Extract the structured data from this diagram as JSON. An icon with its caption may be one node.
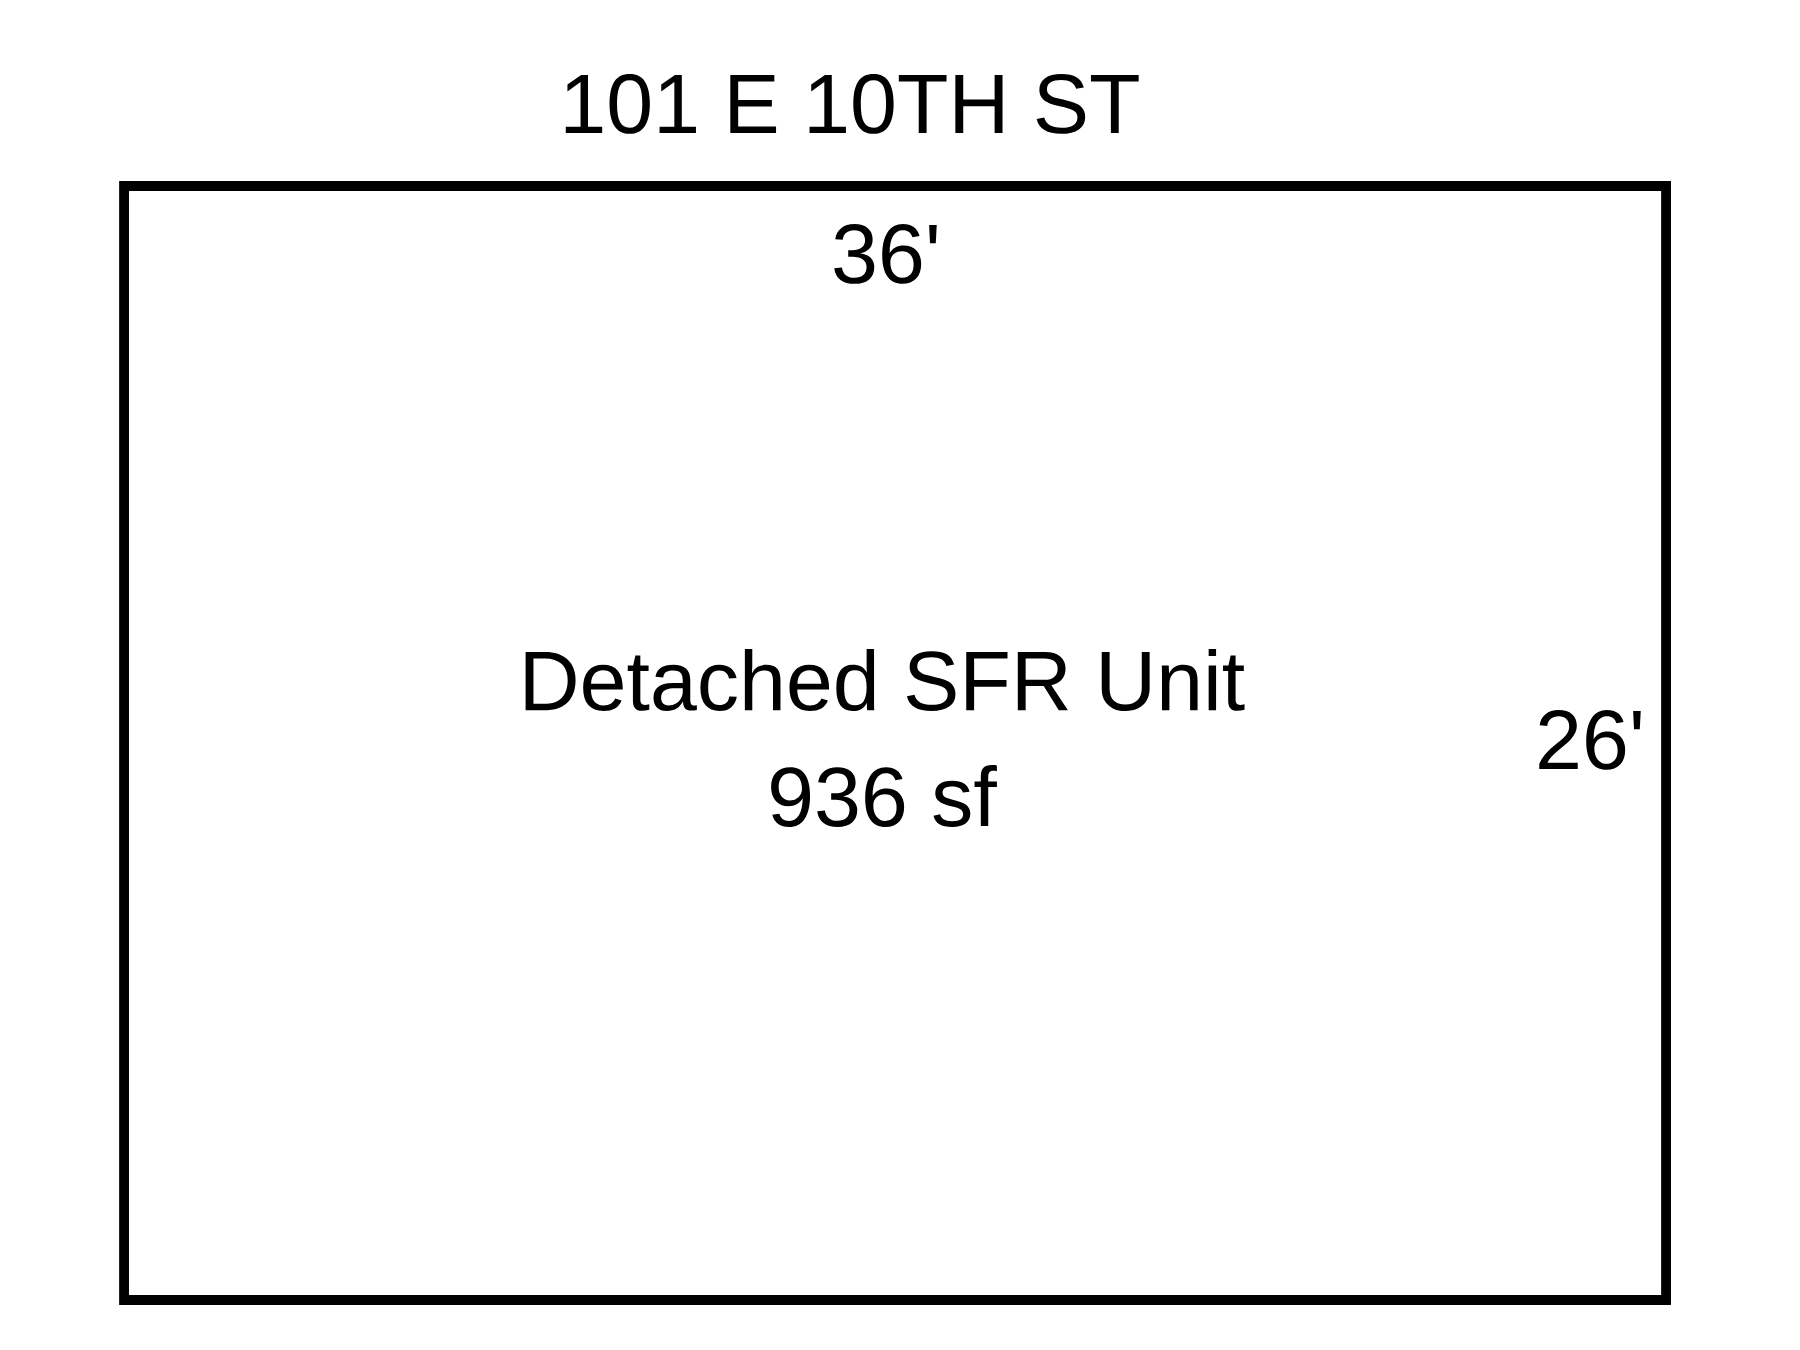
{
  "diagram": {
    "title": "101 E 10TH ST",
    "nodes": [
      {
        "text": [
          "Detached SFR Unit",
          "936 sf"
        ]
      }
    ],
    "edges": [],
    "labels": [
      "36'",
      "26'"
    ]
  }
}
